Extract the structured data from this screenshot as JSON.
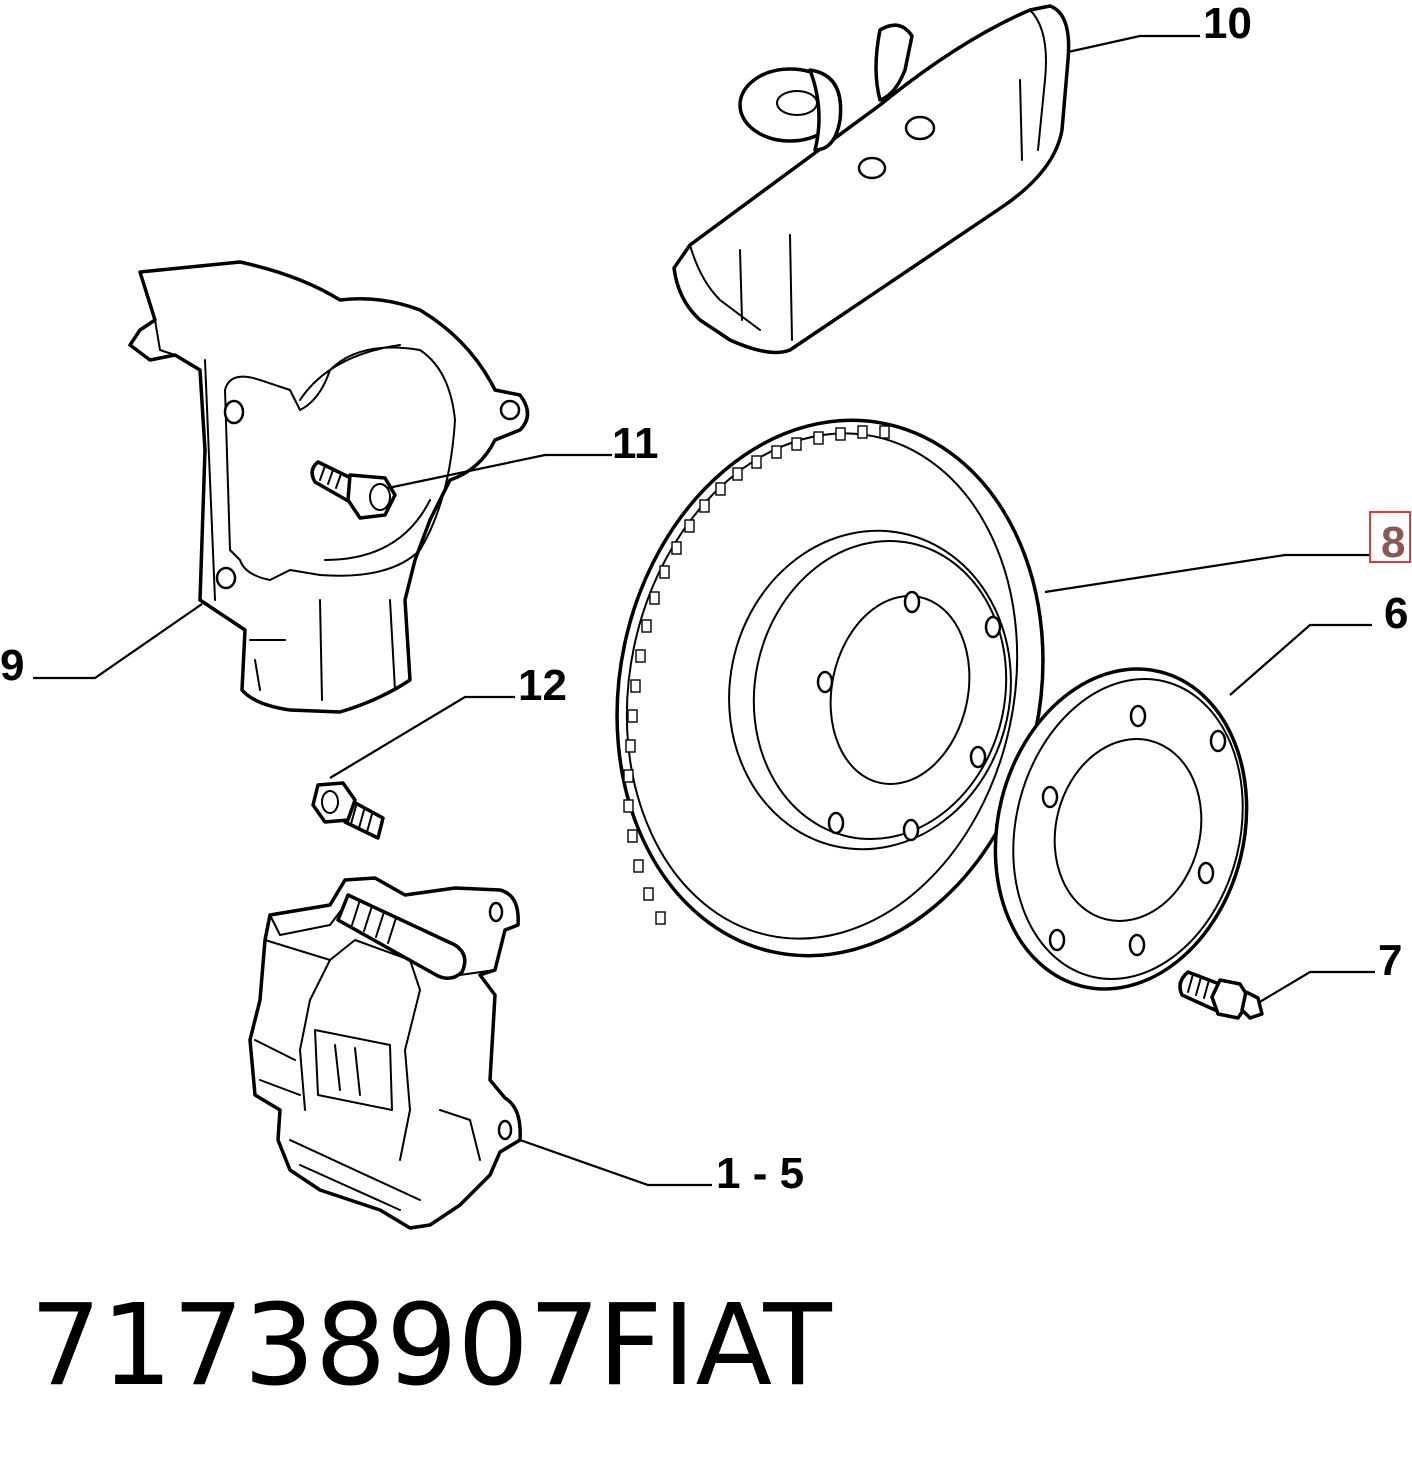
{
  "labels": {
    "part_10": "10",
    "part_11": "11",
    "part_9": "9",
    "part_12": "12",
    "part_8": "8",
    "part_6": "6",
    "part_7": "7",
    "part_1_5": "1 - 5"
  },
  "highlight_color": "#e0383c",
  "footer": {
    "part_number": "71738907",
    "brand": "FIAT"
  }
}
